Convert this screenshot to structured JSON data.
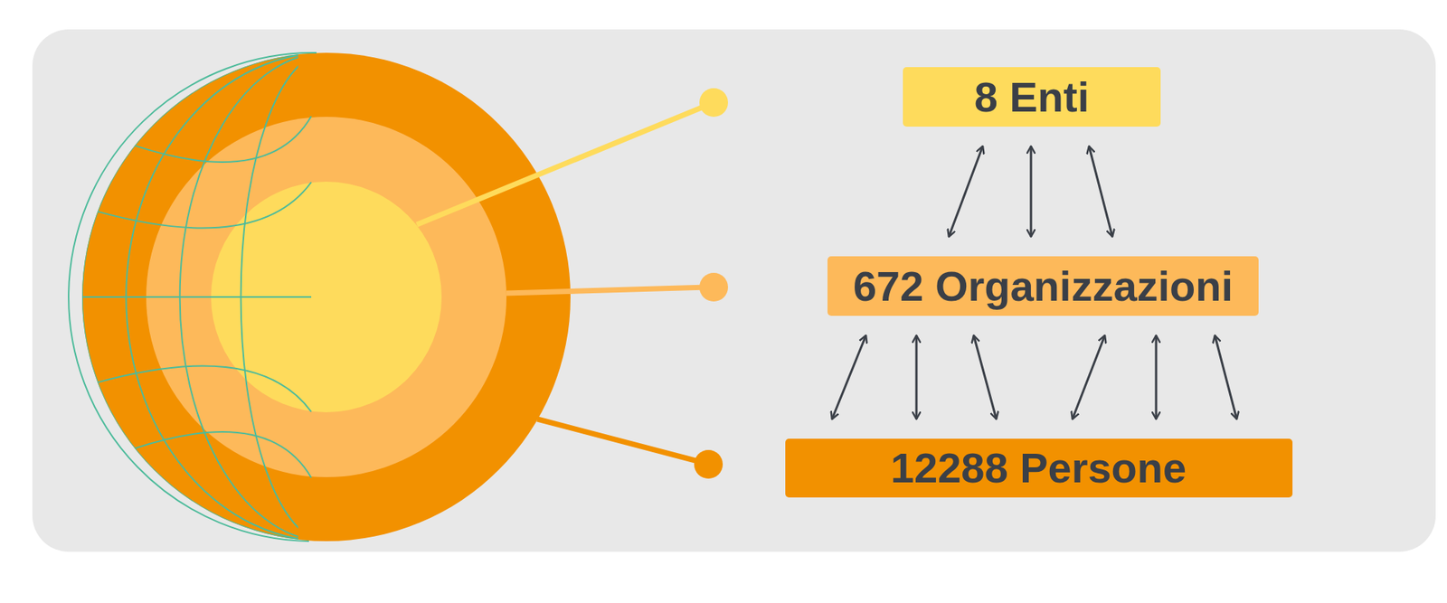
{
  "diagram": {
    "nodes": [
      {
        "text": [
          "8 Enti"
        ]
      },
      {
        "text": [
          "672 Organizzazioni"
        ]
      },
      {
        "text": [
          "12288 Persone"
        ]
      }
    ],
    "edges": [
      {
        "from": 0,
        "to": 1,
        "arrow": "both"
      },
      {
        "from": 0,
        "to": 1,
        "arrow": "both"
      },
      {
        "from": 0,
        "to": 1,
        "arrow": "both"
      },
      {
        "from": 1,
        "to": 2,
        "arrow": "both"
      },
      {
        "from": 1,
        "to": 2,
        "arrow": "both"
      },
      {
        "from": 1,
        "to": 2,
        "arrow": "both"
      },
      {
        "from": 1,
        "to": 2,
        "arrow": "both"
      },
      {
        "from": 1,
        "to": 2,
        "arrow": "both"
      },
      {
        "from": 1,
        "to": 2,
        "arrow": "both"
      }
    ]
  }
}
